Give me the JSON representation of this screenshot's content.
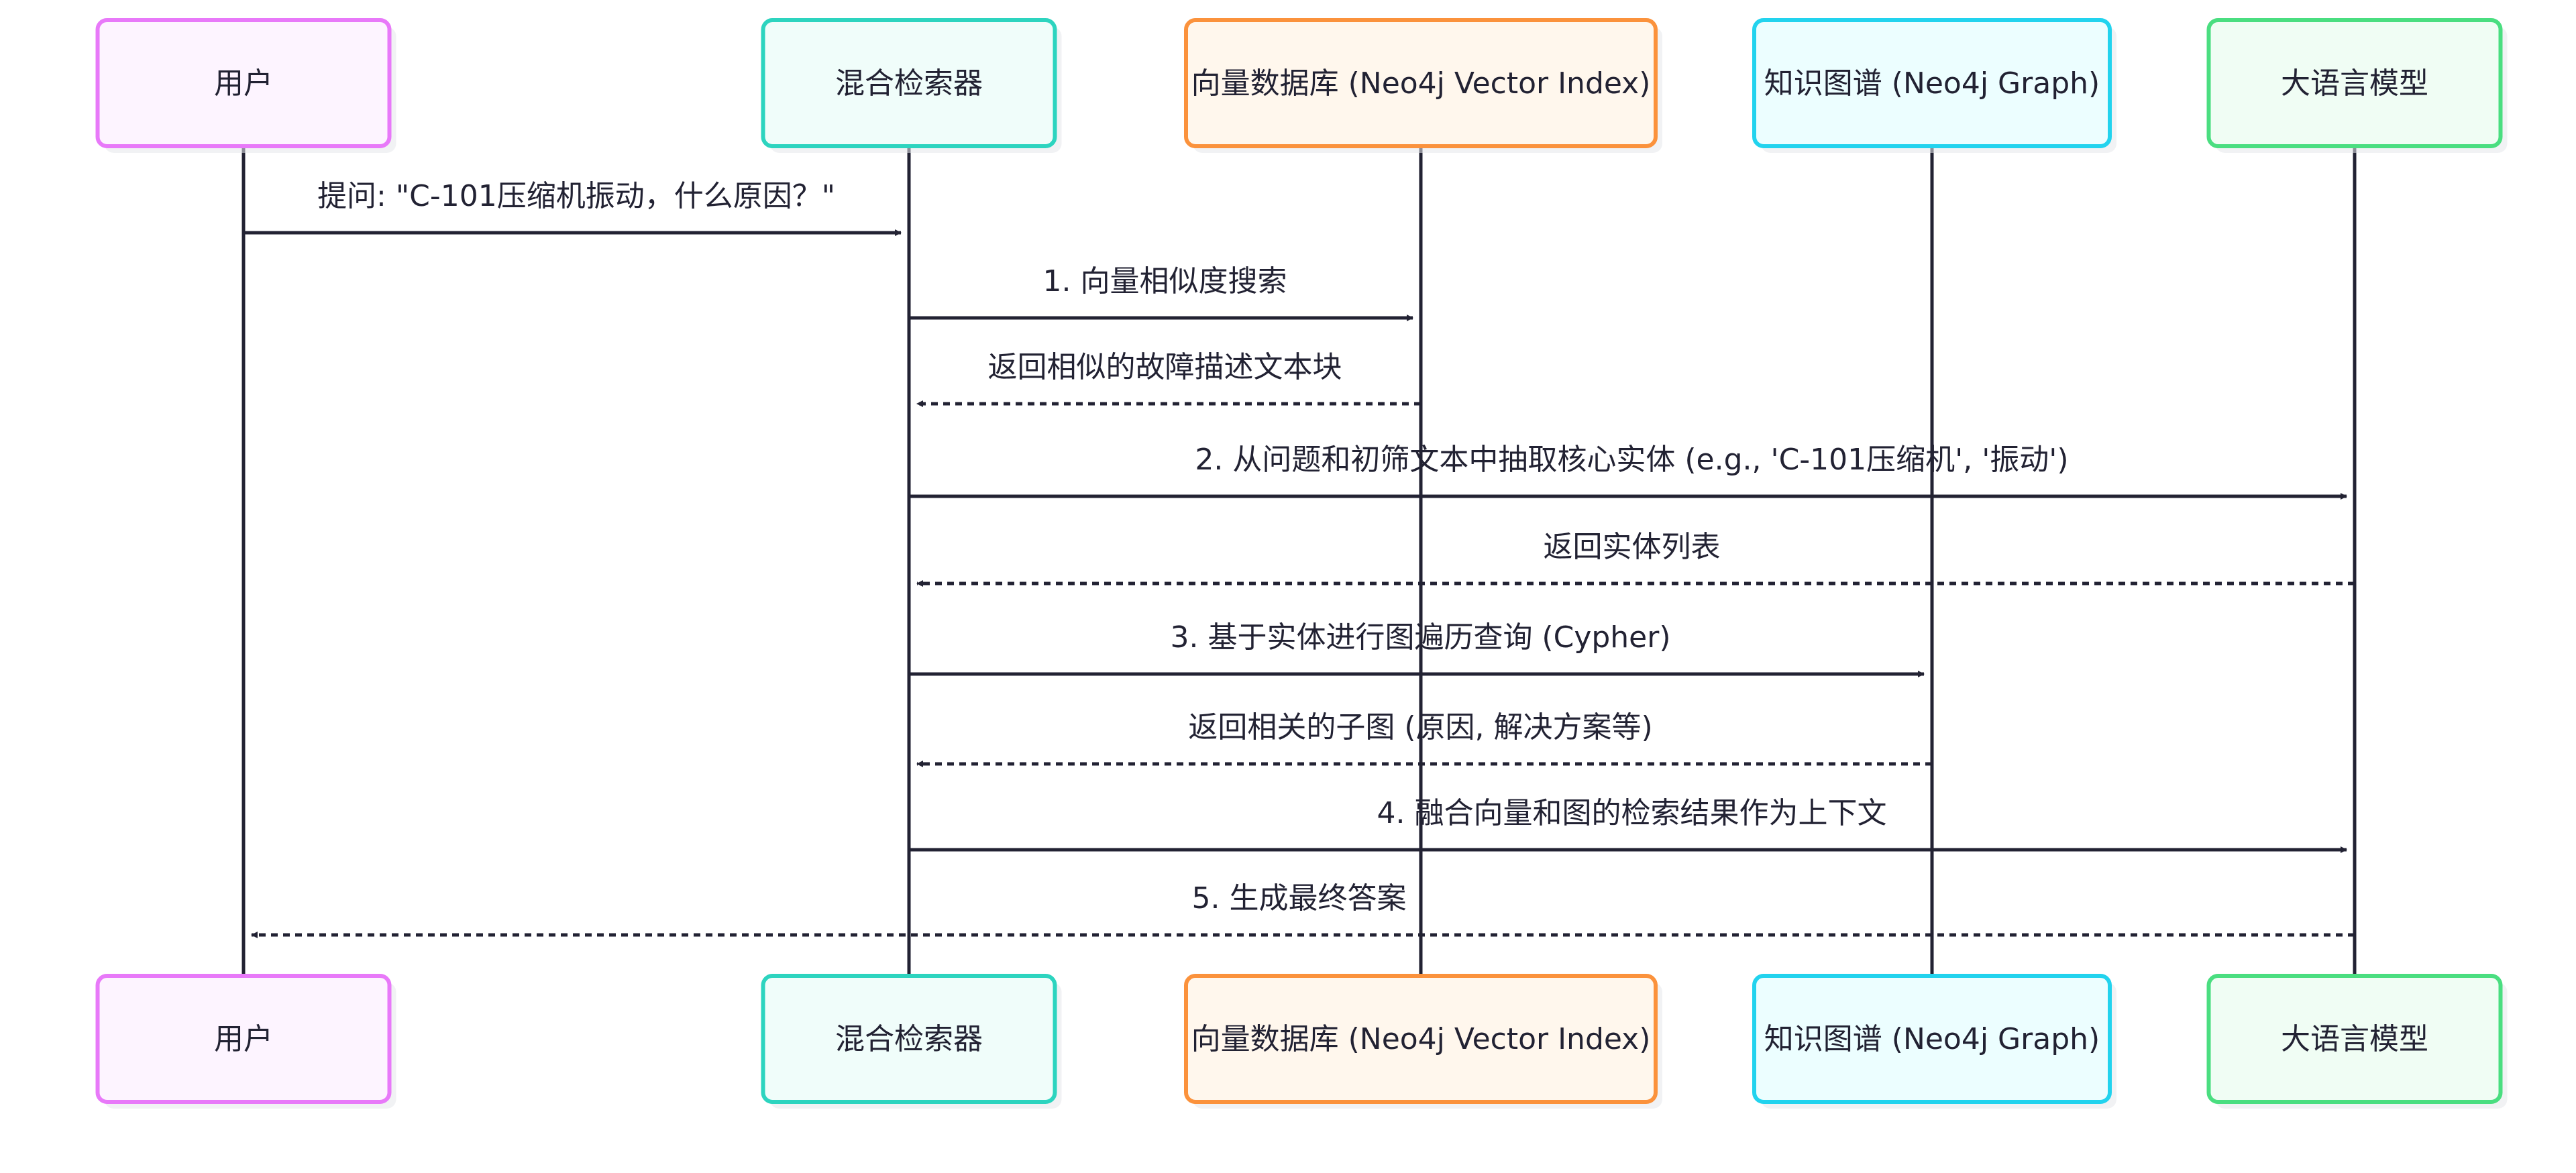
{
  "diagram": {
    "type": "sequence",
    "participants": [
      {
        "id": "user",
        "label": "用户",
        "border": "#e879f9",
        "fill": "#fdf4ff"
      },
      {
        "id": "retriever",
        "label": "混合检索器",
        "border": "#2dd4bf",
        "fill": "#f0fdfa"
      },
      {
        "id": "vector",
        "label": "向量数据库 (Neo4j Vector Index)",
        "border": "#fb923c",
        "fill": "#fff7ed"
      },
      {
        "id": "graph",
        "label": "知识图谱 (Neo4j Graph)",
        "border": "#22d3ee",
        "fill": "#ecfeff"
      },
      {
        "id": "llm",
        "label": "大语言模型",
        "border": "#4ade80",
        "fill": "#f0fdf4"
      }
    ],
    "messages": [
      {
        "from": "user",
        "to": "retriever",
        "style": "solid",
        "label": "提问: \"C-101压缩机振动，什么原因？\""
      },
      {
        "from": "retriever",
        "to": "vector",
        "style": "solid",
        "label": "1. 向量相似度搜索"
      },
      {
        "from": "vector",
        "to": "retriever",
        "style": "dashed",
        "label": "返回相似的故障描述文本块"
      },
      {
        "from": "retriever",
        "to": "llm",
        "style": "solid",
        "label": "2. 从问题和初筛文本中抽取核心实体 (e.g., 'C-101压缩机', '振动')"
      },
      {
        "from": "llm",
        "to": "retriever",
        "style": "dashed",
        "label": "返回实体列表"
      },
      {
        "from": "retriever",
        "to": "graph",
        "style": "solid",
        "label": "3. 基于实体进行图遍历查询 (Cypher)"
      },
      {
        "from": "graph",
        "to": "retriever",
        "style": "dashed",
        "label": "返回相关的子图 (原因, 解决方案等)"
      },
      {
        "from": "retriever",
        "to": "llm",
        "style": "solid",
        "label": "4. 融合向量和图的检索结果作为上下文"
      },
      {
        "from": "llm",
        "to": "user",
        "style": "dashed",
        "label": "5. 生成最终答案"
      }
    ],
    "line_color": "#222233"
  }
}
